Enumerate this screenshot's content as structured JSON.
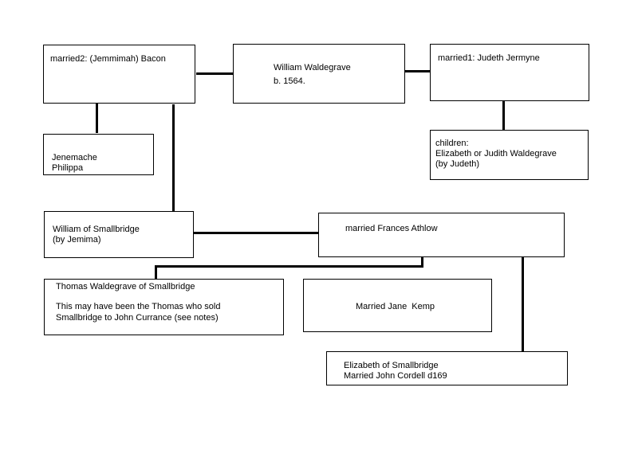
{
  "boxes": {
    "wife2": {
      "line1": "married2: (Jemmimah) Bacon"
    },
    "william": {
      "line1": "William Waldegrave",
      "line2": "b. 1564."
    },
    "wife1": {
      "line1": "married1: Judeth Jermyne"
    },
    "daughters_bacon": {
      "line1": "Jenemache",
      "line2": "Philippa"
    },
    "children_judeth": {
      "line1": "children:",
      "line2": "Elizabeth or Judith Waldegrave",
      "line3": "(by Judeth)"
    },
    "william_smallbridge": {
      "line1": "William of Smallbridge",
      "line2": "(by Jemima)"
    },
    "frances": {
      "line1": "married Frances Athlow"
    },
    "thomas": {
      "line1": "Thomas Waldegrave of Smallbridge",
      "line2": "This may have been the Thomas who sold",
      "line3": "Smallbridge to John Currance (see notes)"
    },
    "jane": {
      "line1": "Married Jane  Kemp"
    },
    "elizabeth": {
      "line1": "Elizabeth of Smallbridge",
      "line2": "Married John Cordell d169"
    }
  }
}
